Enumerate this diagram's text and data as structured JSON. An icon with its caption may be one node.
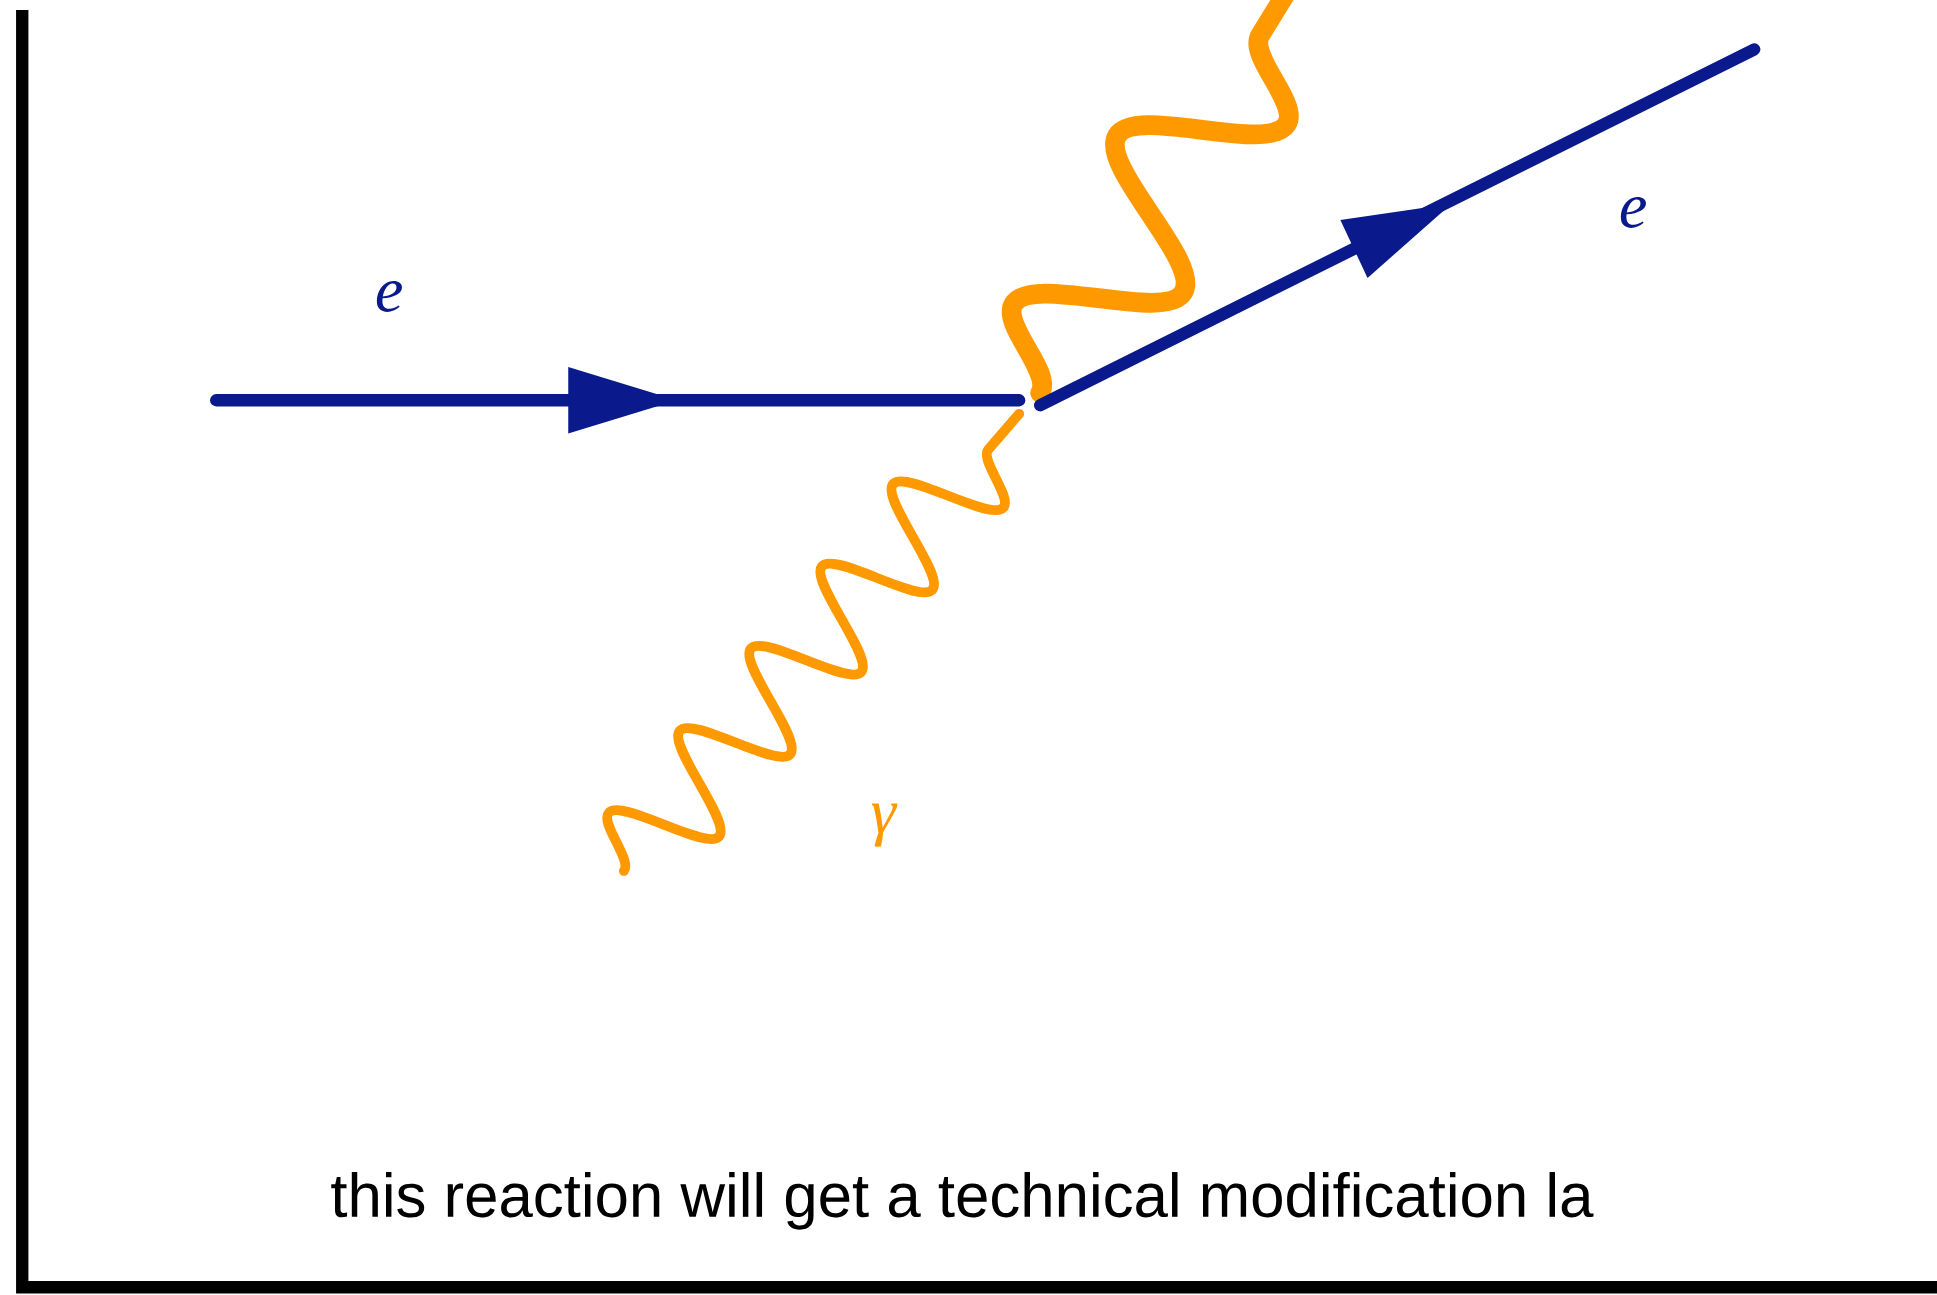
{
  "diagram": {
    "labels": [
      "e",
      "e",
      "γ",
      "this reaction will get a technical modification la"
    ]
  }
}
